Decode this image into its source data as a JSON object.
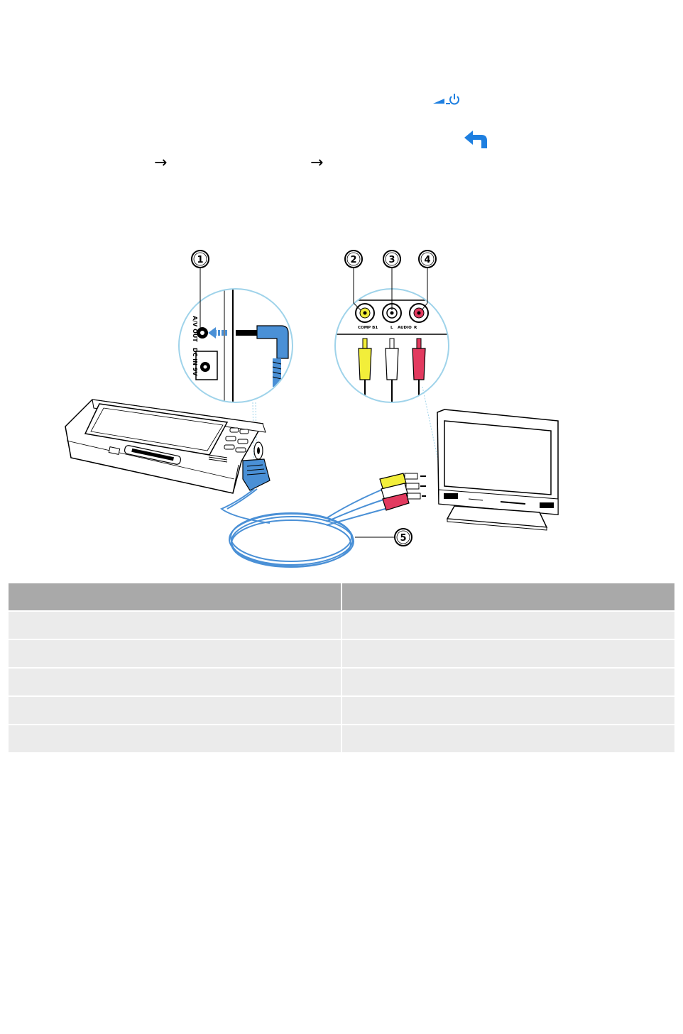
{
  "icons": {
    "power": "volume-power-icon",
    "back": "back-arrow-icon",
    "step_arrow": "right-arrow-icon"
  },
  "colors": {
    "accent": "#1e7fe0",
    "cable_blue": "#4a90d6",
    "plug_yellow": "#f2ee3a",
    "plug_red": "#e23a5f",
    "table_header": "#a9a9a9",
    "table_row": "#ebebeb"
  },
  "menu_path": {
    "separator": "→"
  },
  "figure": {
    "callouts": [
      "1",
      "2",
      "3",
      "4",
      "5"
    ],
    "port_labels": {
      "av_out": "A/V OUT",
      "dc_in": "DC IN 9V",
      "comp": "COMP B1",
      "audio_l": "L",
      "audio": "AUDIO",
      "audio_r": "R"
    }
  },
  "table": {
    "headers": [
      "",
      ""
    ],
    "rows": [
      [
        "",
        ""
      ],
      [
        "",
        ""
      ],
      [
        "",
        ""
      ],
      [
        "",
        ""
      ],
      [
        "",
        ""
      ]
    ]
  }
}
